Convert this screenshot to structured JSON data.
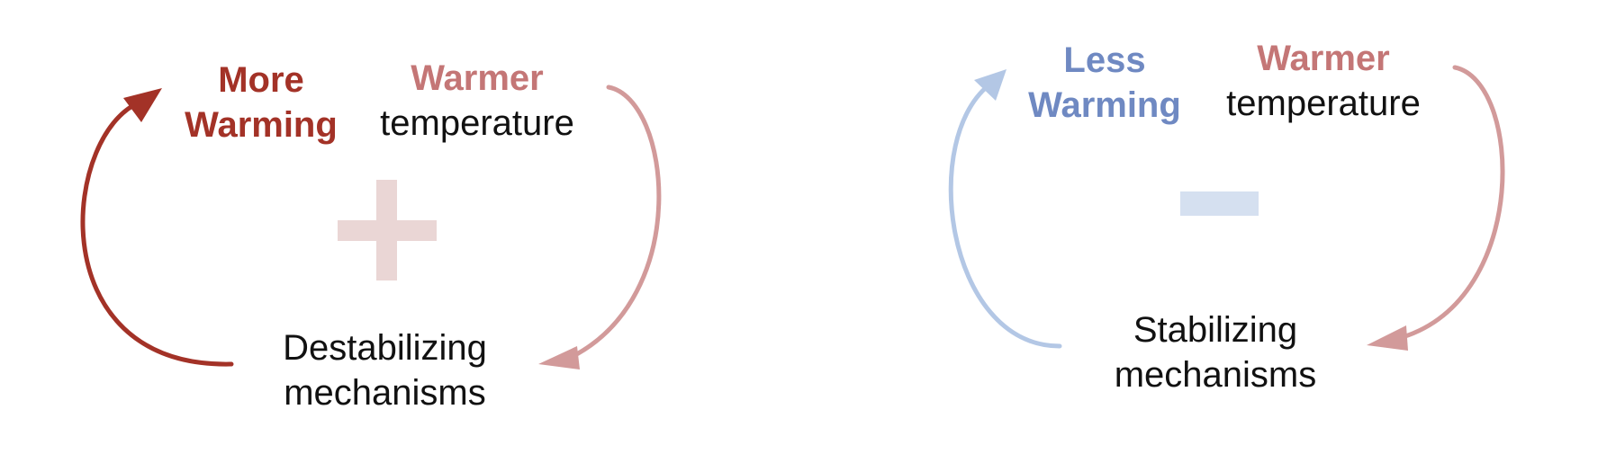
{
  "colors": {
    "dark_red": "#a33227",
    "light_red": "#d29a9a",
    "light_red_text": "#c47676",
    "plus": "#ead6d5",
    "blue_text": "#6f89c2",
    "light_blue": "#b3c7e5",
    "minus": "#d5e0f0",
    "text": "#111111"
  },
  "left_loop": {
    "sign": "plus",
    "outcome_line1": "More",
    "outcome_line2": "Warming",
    "trigger_highlight": "Warmer",
    "trigger_rest": "temperature",
    "mechanism_line1": "Destabilizing",
    "mechanism_line2": "mechanisms"
  },
  "right_loop": {
    "sign": "minus",
    "outcome_line1": "Less",
    "outcome_line2": "Warming",
    "trigger_highlight": "Warmer",
    "trigger_rest": "temperature",
    "mechanism_line1": "Stabilizing",
    "mechanism_line2": "mechanisms"
  }
}
